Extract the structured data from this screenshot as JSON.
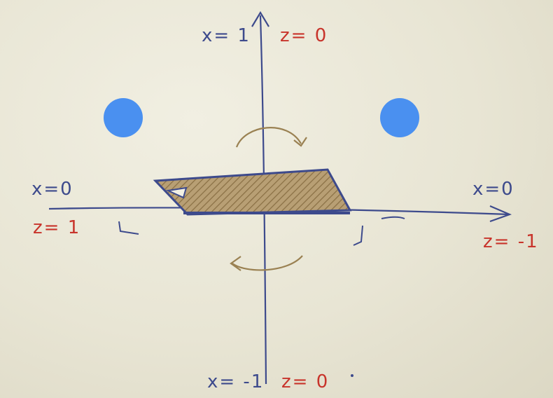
{
  "labels": {
    "top_x": "x= 1",
    "top_z": "z= 0",
    "left_x": "x=0",
    "left_z": "z= 1",
    "right_x": "x=0",
    "right_z": "z= -1",
    "bottom_x": "x= -1",
    "bottom_z": "z= 0"
  },
  "colors": {
    "ink_blue": "#3d4a8c",
    "ink_red": "#c8342b",
    "ink_brown": "#9a8152",
    "marker_blue": "#4a90f0"
  }
}
